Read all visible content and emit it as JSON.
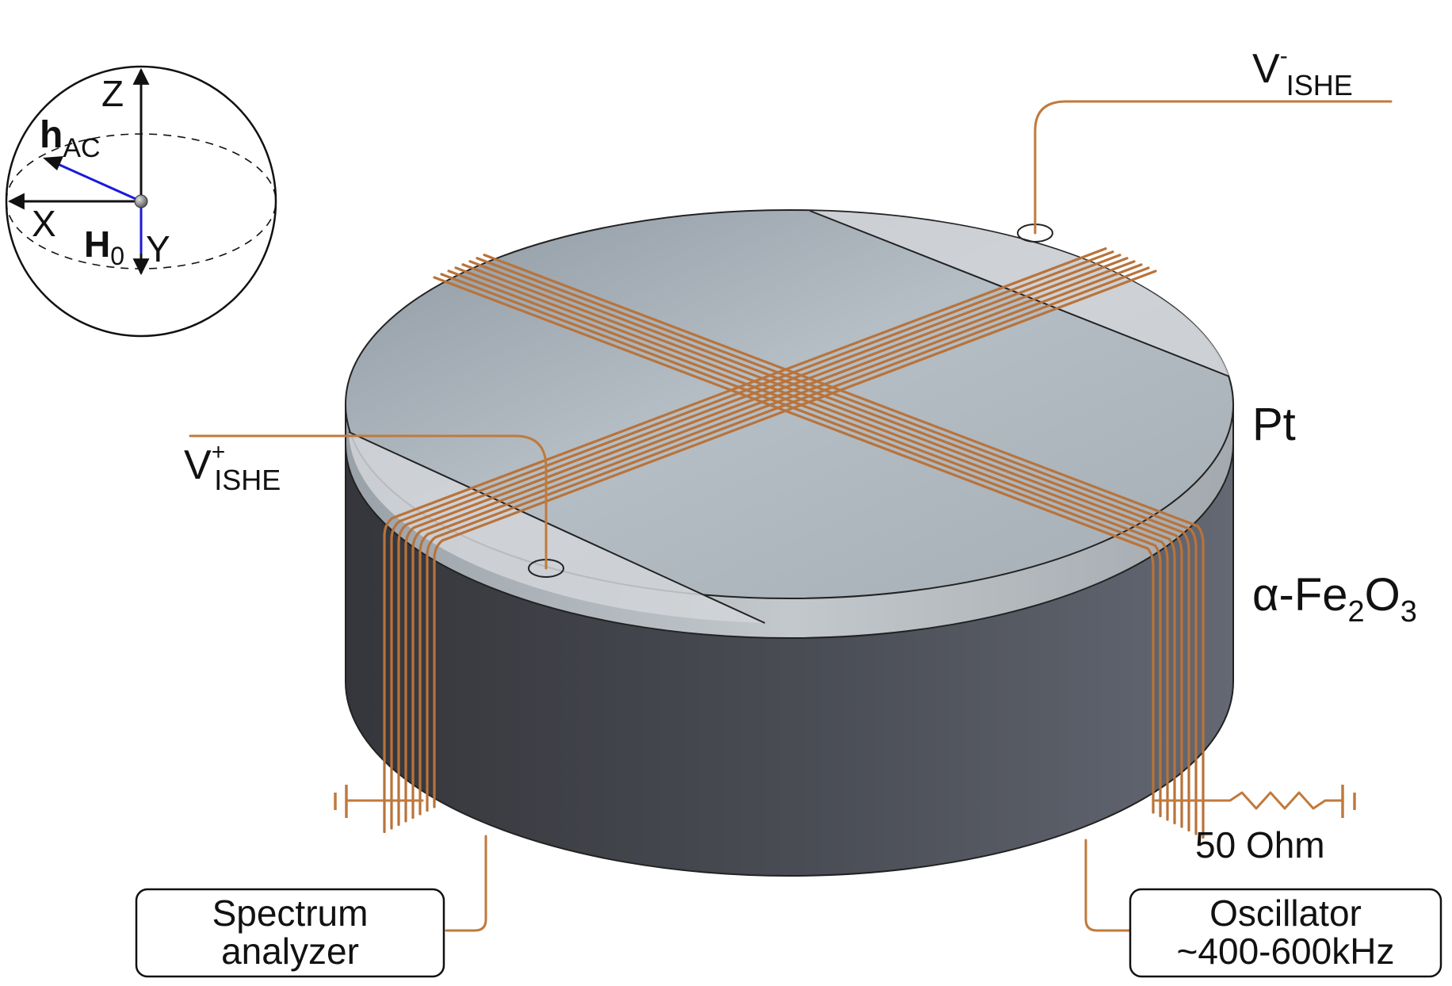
{
  "axes": {
    "z": "Z",
    "x": "X",
    "y": "Y",
    "h_ac_main": "h",
    "h_ac_sub": "AC",
    "h0_main": "H",
    "h0_sub": "0"
  },
  "labels": {
    "v_minus_main": "V",
    "v_minus_sup": "-",
    "v_minus_sub": "ISHE",
    "v_plus_main": "V",
    "v_plus_sup": "+",
    "v_plus_sub": "ISHE",
    "pt": "Pt",
    "fe_a": "α-Fe",
    "fe_sub1": "2",
    "fe_b": "O",
    "fe_sub2": "3",
    "resistor": "50 Ohm"
  },
  "boxes": {
    "spectrum_line1": "Spectrum",
    "spectrum_line2": "analyzer",
    "oscillator_line1": "Oscillator",
    "oscillator_line2": "~400-600kHz"
  },
  "colors": {
    "wire": "#c07a3c",
    "crystal": "#4a4d55",
    "pt_film": "#b8bec4",
    "vector_blue": "#1a1adc"
  }
}
